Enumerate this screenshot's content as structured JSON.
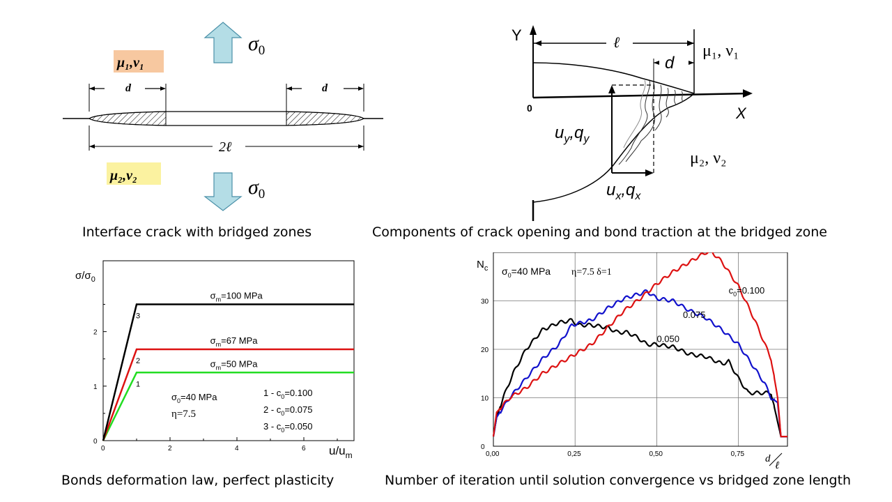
{
  "panel1": {
    "caption": "Interface crack with bridged zones",
    "sigma0": "σ",
    "sigma0_sub": "0",
    "mat1": "μ₁,ν₁",
    "mat2": "μ₂,ν₂",
    "d_left": "d",
    "d_right": "d",
    "length": "2ℓ",
    "colors": {
      "arrow_fill": "#b4dde6",
      "mat1_bg": "#f7c8a0",
      "mat2_bg": "#fbf2a0"
    }
  },
  "panel2": {
    "caption": "Components of crack opening  and bond traction at the bridged zone",
    "y_label": "Y",
    "x_label": "X",
    "origin": "0",
    "l_label": "ℓ",
    "d_label": "d",
    "mat1": "μ₁, ν₁",
    "mat2": "μ₂, ν₂",
    "uy_label": "u",
    "uy_sub": "y",
    "qy_label": ",q",
    "qy_sub": "y",
    "ux_label": "u",
    "ux_sub": "x",
    "qx_label": ",q",
    "qx_sub": "x"
  },
  "panel3": {
    "caption": "Bonds deformation law, perfect plasticity",
    "y_label": "σ/σ",
    "y_label_sub": "0",
    "x_label": "u/u",
    "x_label_sub": "m",
    "note_sigma0": "σ",
    "note_sigma0_sub": "0",
    "note_sigma0_rest": "=40 MPa",
    "note_eta": "η=7.5",
    "legend": [
      {
        "num": "1 - c",
        "sub": "0",
        "rest": "=0.100"
      },
      {
        "num": "2 - c",
        "sub": "0",
        "rest": "=0.075"
      },
      {
        "num": "3 - c",
        "sub": "0",
        "rest": "=0.050"
      }
    ]
  },
  "panel4": {
    "caption": "Number of iteration until solution convergence vs bridged zone length",
    "y_label": "N",
    "y_label_sub": "c",
    "x_label_num": "d",
    "x_label_den": "ℓ",
    "note_sigma0": "σ",
    "note_sigma0_sub": "0",
    "note_sigma0_rest": "=40 MPa",
    "note_params": "η=7.5  δ=1"
  },
  "chart_data": [
    {
      "type": "line",
      "title": "",
      "xlabel": "u/u_m",
      "ylabel": "σ/σ_0",
      "xlim": [
        0,
        7.5
      ],
      "ylim": [
        0,
        3.3
      ],
      "x_ticks": [
        "0",
        "2",
        "4",
        "6"
      ],
      "y_ticks": [
        "0",
        "1",
        "2"
      ],
      "series": [
        {
          "name": "1",
          "label": "σm=50 MPa",
          "label_sub": "m",
          "label_rest": "=50 MPa",
          "color": "#22dd22",
          "x": [
            0,
            1,
            7.5
          ],
          "y": [
            0,
            1.25,
            1.25
          ]
        },
        {
          "name": "2",
          "label": "σm=67 MPa",
          "label_sub": "m",
          "label_rest": "=67 MPa",
          "color": "#dd1111",
          "x": [
            0,
            1,
            7.5
          ],
          "y": [
            0,
            1.675,
            1.675
          ]
        },
        {
          "name": "3",
          "label": "σm=100 MPa",
          "label_sub": "m",
          "label_rest": "=100 MPa",
          "color": "#000000",
          "x": [
            0,
            1,
            7.5
          ],
          "y": [
            0,
            2.5,
            2.5
          ]
        }
      ]
    },
    {
      "type": "line",
      "title": "",
      "xlabel": "d/ℓ",
      "ylabel": "N_c",
      "xlim": [
        0,
        0.9
      ],
      "ylim": [
        0,
        40
      ],
      "x_ticks": [
        "0,00",
        "0,25",
        "0,50",
        "0,75"
      ],
      "y_ticks": [
        "0",
        "10",
        "20",
        "30"
      ],
      "grid": true,
      "series": [
        {
          "name": "c0=0.050",
          "label": "0.050",
          "color": "#000000",
          "x": [
            0,
            0.01,
            0.03,
            0.06,
            0.1,
            0.15,
            0.2,
            0.24,
            0.26,
            0.3,
            0.35,
            0.38,
            0.41,
            0.44,
            0.47,
            0.5,
            0.55,
            0.6,
            0.65,
            0.7,
            0.72,
            0.75,
            0.78,
            0.8,
            0.85,
            0.87,
            0.88,
            0.9
          ],
          "y": [
            2,
            6,
            10,
            15,
            20,
            24,
            25.5,
            26,
            25,
            25,
            24.5,
            23.5,
            23.5,
            22.5,
            21,
            21,
            20.5,
            19,
            18.5,
            17,
            17.5,
            14,
            11,
            11,
            11,
            5,
            2,
            2
          ]
        },
        {
          "name": "c0=0.075",
          "label": "0.075",
          "color": "#1111cc",
          "x": [
            0,
            0.01,
            0.05,
            0.1,
            0.15,
            0.2,
            0.24,
            0.3,
            0.35,
            0.4,
            0.45,
            0.47,
            0.5,
            0.55,
            0.6,
            0.65,
            0.7,
            0.75,
            0.8,
            0.83,
            0.85,
            0.87,
            0.88,
            0.9
          ],
          "y": [
            2,
            6,
            10,
            14,
            18,
            21,
            25,
            26,
            28.5,
            30.5,
            31.5,
            32,
            30.5,
            30,
            28,
            26.5,
            24,
            21,
            16,
            13,
            10,
            9,
            2,
            2
          ]
        },
        {
          "name": "c0=0.100",
          "label": "c0=0.100",
          "label_sub": "0",
          "color": "#dd1111",
          "x": [
            0,
            0.01,
            0.05,
            0.1,
            0.15,
            0.2,
            0.25,
            0.3,
            0.35,
            0.4,
            0.45,
            0.5,
            0.55,
            0.6,
            0.65,
            0.67,
            0.7,
            0.75,
            0.8,
            0.85,
            0.87,
            0.88,
            0.9
          ],
          "y": [
            2,
            7,
            10,
            12,
            15,
            17,
            19,
            21,
            24.5,
            28,
            30.5,
            33.5,
            36,
            38,
            40,
            40,
            38,
            33,
            26,
            18,
            10,
            2,
            2
          ]
        }
      ]
    }
  ]
}
